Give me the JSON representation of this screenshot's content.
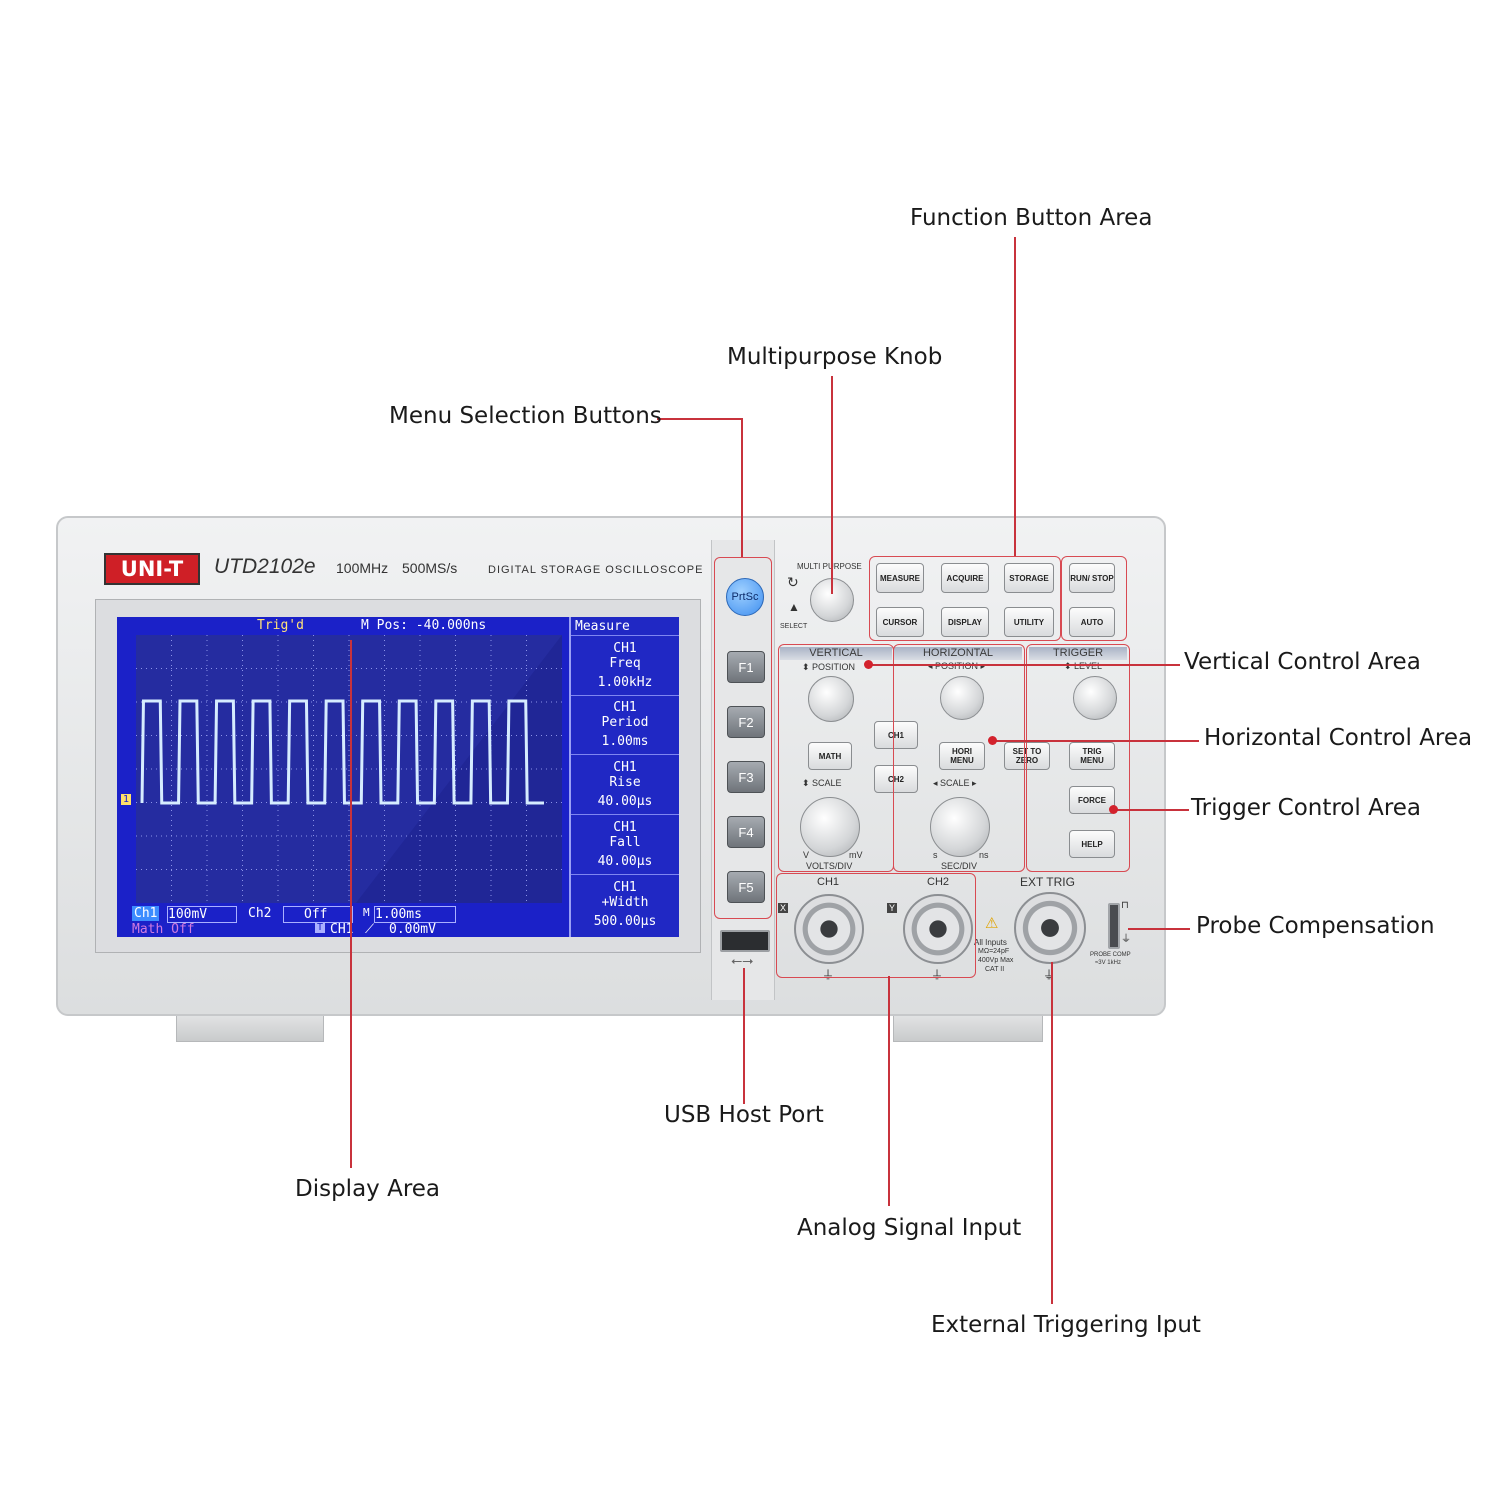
{
  "callouts": {
    "function_button_area": "Function Button Area",
    "multipurpose_knob": "Multipurpose Knob",
    "menu_selection_buttons": "Menu Selection Buttons",
    "vertical_control_area": "Vertical Control Area",
    "horizontal_control_area": "Horizontal Control Area",
    "trigger_control_area": "Trigger Control Area",
    "probe_compensation": "Probe Compensation",
    "usb_host_port": "USB Host Port",
    "display_area": "Display Area",
    "analog_signal_input": "Analog Signal Input",
    "external_triggering_input": "External Triggering Iput"
  },
  "device": {
    "brand": "UNI-T",
    "model": "UTD2102e",
    "bandwidth": "100MHz",
    "sample_rate": "500MS/s",
    "description": "DIGITAL STORAGE OSCILLOSCOPE"
  },
  "screen": {
    "trigger_status": "Trig'd",
    "position": "M Pos: -40.000ns",
    "menu_title": "Measure",
    "channel_marker": "1",
    "measurements": [
      {
        "ch": "CH1",
        "name": "Freq",
        "value": "1.00kHz"
      },
      {
        "ch": "CH1",
        "name": "Period",
        "value": "1.00ms"
      },
      {
        "ch": "CH1",
        "name": "Rise",
        "value": "40.00µs"
      },
      {
        "ch": "CH1",
        "name": "Fall",
        "value": "40.00µs"
      },
      {
        "ch": "CH1",
        "name": "+Width",
        "value": "500.00µs"
      }
    ],
    "status": {
      "ch1_label": "Ch1",
      "ch1_scale": "100mV",
      "ch2_label": "Ch2",
      "ch2_state": "Off",
      "timebase_label": "M",
      "timebase": "1.00ms",
      "math": "Math Off",
      "trig_label": "T",
      "trig_source": "CH1",
      "trig_level": "0.00mV"
    }
  },
  "buttons": {
    "prtsc": "PrtSc",
    "f1": "F1",
    "f2": "F2",
    "f3": "F3",
    "f4": "F4",
    "f5": "F5",
    "measure": "MEASURE",
    "acquire": "ACQUIRE",
    "storage": "STORAGE",
    "run_stop": "RUN/ STOP",
    "cursor": "CURSOR",
    "display": "DISPLAY",
    "utility": "UTILITY",
    "auto": "AUTO",
    "math": "MATH",
    "ch1": "CH1",
    "ch2": "CH2",
    "hori_menu": "HORI MENU",
    "set_to_zero": "SET TO ZERO",
    "trig_menu": "TRIG MENU",
    "force": "FORCE",
    "help": "HELP"
  },
  "panel": {
    "multi_purpose": "MULTI PURPOSE",
    "select": "SELECT",
    "vertical": "VERTICAL",
    "horizontal": "HORIZONTAL",
    "trigger": "TRIGGER",
    "position": "POSITION",
    "level": "LEVEL",
    "scale": "SCALE",
    "volts_div": "VOLTS/DIV",
    "sec_div": "SEC/DIV",
    "v": "V",
    "mv": "mV",
    "s": "s",
    "ns": "ns",
    "ch1_in": "CH1",
    "ch2_in": "CH2",
    "ext_trig": "EXT TRIG",
    "x": "X",
    "y": "Y",
    "input_rating": [
      "All Inputs",
      "MΩ=24pF",
      "400Vp Max",
      "CAT II"
    ],
    "probe_comp": [
      "PROBE COMP",
      "≈3V 1kHz"
    ]
  },
  "chart_data": {
    "type": "line",
    "title": "",
    "xlabel": "",
    "ylabel": "",
    "series": [
      {
        "period_ms": 1.0,
        "frequency_khz": 1.0,
        "rise_us": 40.0,
        "fall_us": 40.0,
        "positive_width_us": 500.0,
        "cycles_visible": 11
      }
    ]
  },
  "colors": {
    "screen_blue": "#1b21c8",
    "trace": "#d6ecff",
    "callout_line": "#c8323c",
    "brand_red": "#cf1f26"
  }
}
